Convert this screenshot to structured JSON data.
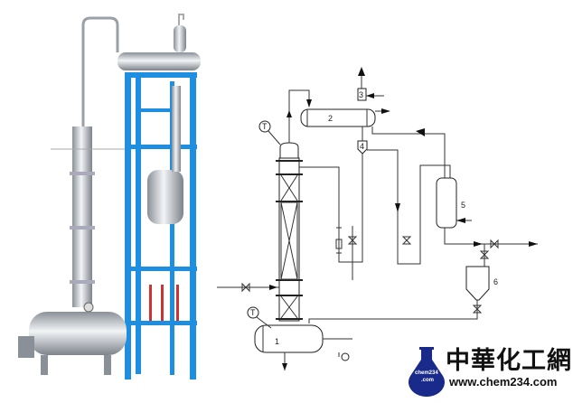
{
  "diagram": {
    "labels": {
      "reboiler": "1",
      "condenser": "2",
      "item3": "3",
      "separator": "4",
      "receiver": "5",
      "tank": "6",
      "thermometer_top": "T",
      "thermometer_bottom": "T"
    }
  },
  "logo": {
    "name": "中華化工網",
    "url": "www.chem234.com",
    "flask_line1": "chem234",
    "flask_line2": ".com"
  },
  "colors": {
    "frame": "#1e8fe0",
    "steel": "#c9cdd2",
    "line": "#333333",
    "logo_blue": "#1a2a8a"
  }
}
